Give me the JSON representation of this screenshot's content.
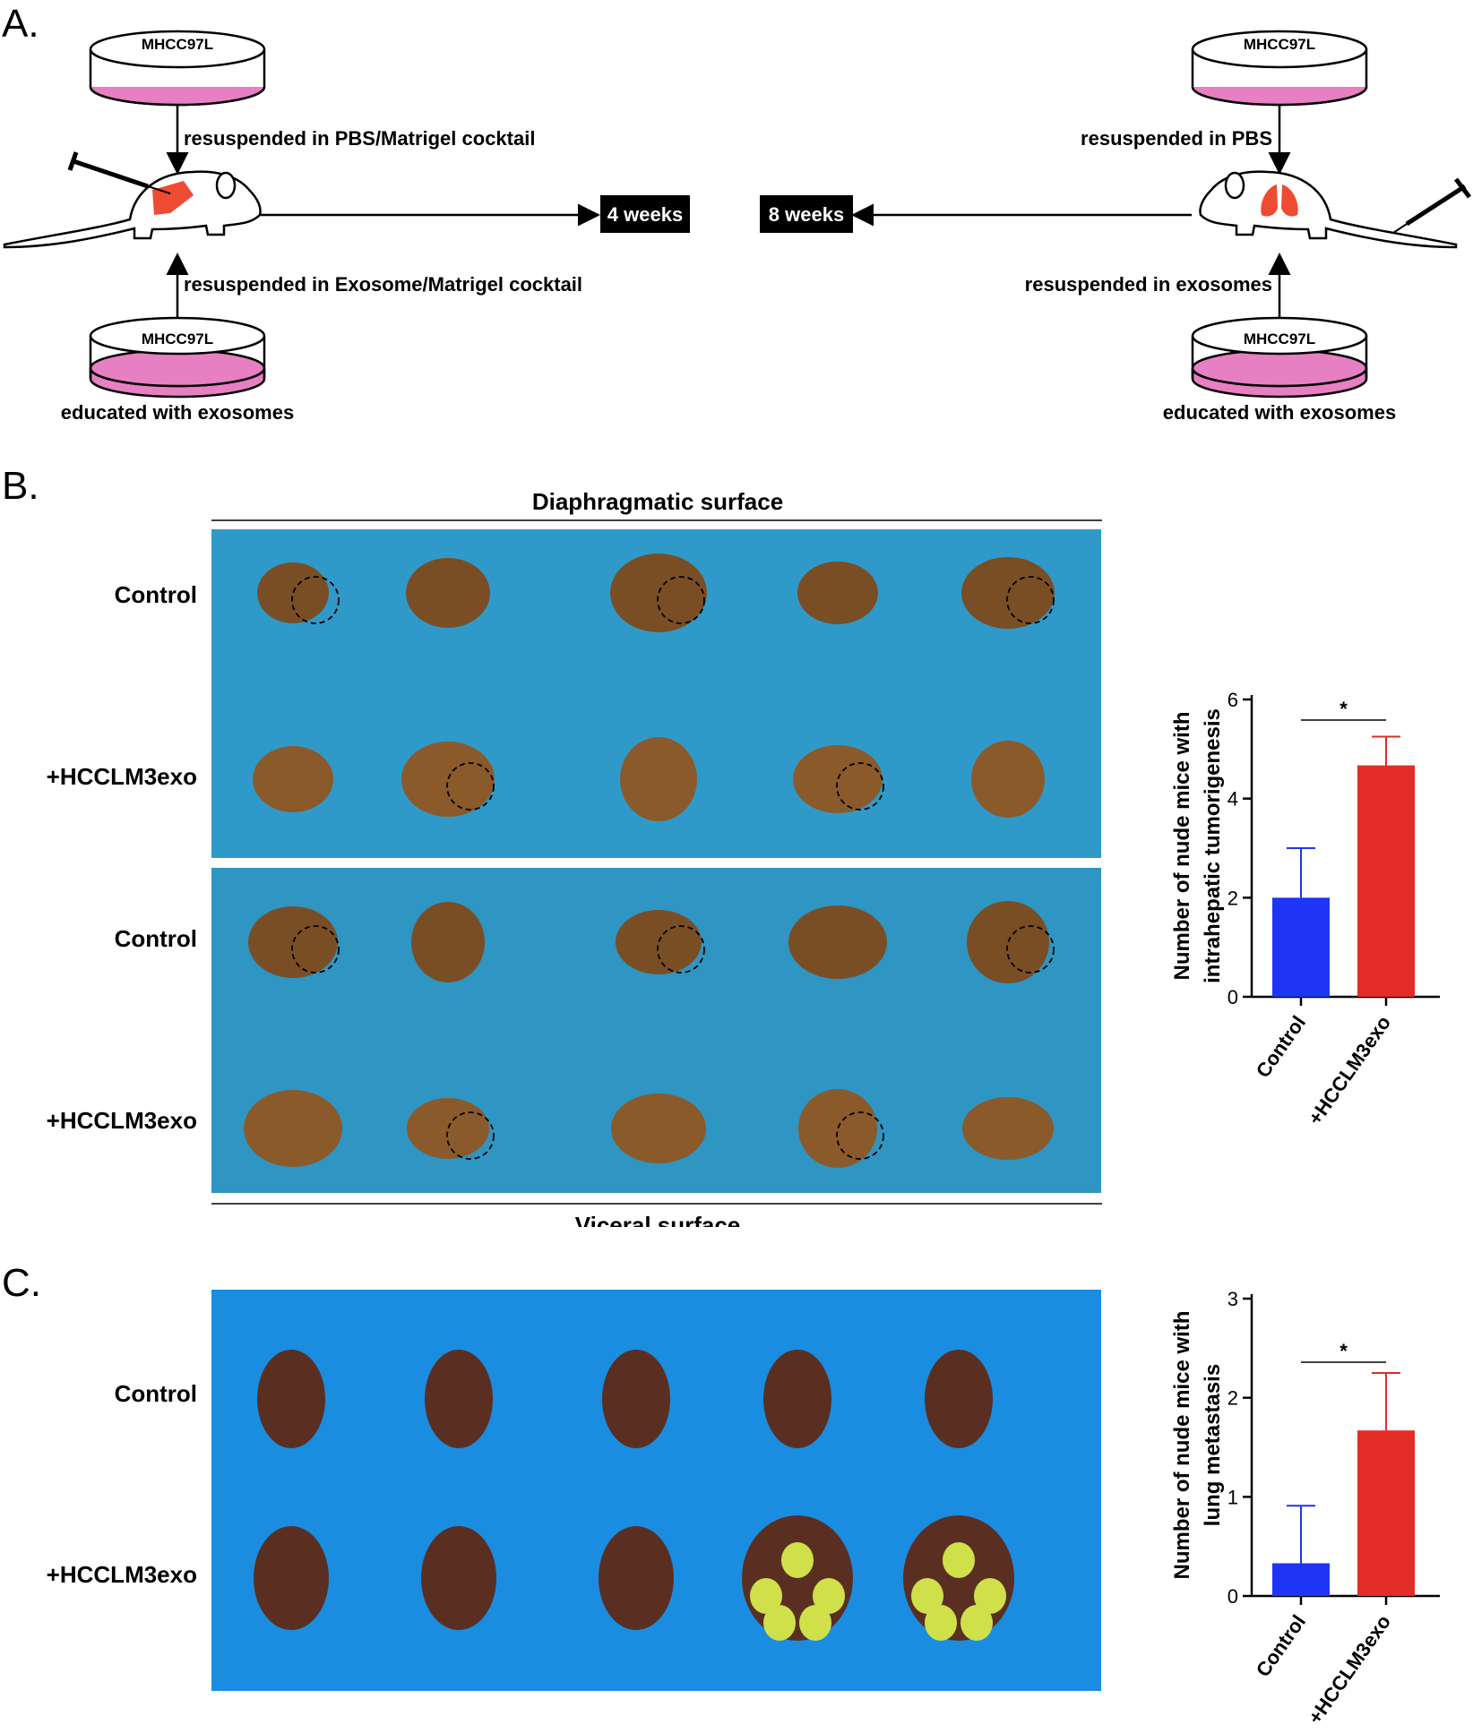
{
  "panel_a": {
    "label": "A.",
    "left": {
      "dish_top": "MHCC97L",
      "arrow_top_text": "resuspended in PBS/Matrigel cocktail",
      "arrow_bottom_text": "resuspended in Exosome/Matrigel cocktail",
      "dish_bottom": "MHCC97L",
      "dish_bottom_caption": "educated with exosomes",
      "duration": "4 weeks"
    },
    "right": {
      "dish_top": "MHCC97L",
      "arrow_top_text": "resuspended in PBS",
      "arrow_bottom_text": "resuspended in exosomes",
      "dish_bottom": "MHCC97L",
      "dish_bottom_caption": "educated with exosomes",
      "duration": "8 weeks"
    }
  },
  "panel_b": {
    "label": "B.",
    "top_title": "Diaphragmatic surface",
    "bottom_title": "Viceral surface",
    "row_labels": [
      "Control",
      "+HCCLM3exo",
      "Control",
      "+HCCLM3exo"
    ]
  },
  "panel_c": {
    "label": "C.",
    "row_labels": [
      "Control",
      "+HCCLM3exo"
    ]
  },
  "colors": {
    "dish_fill": "#e77fc3",
    "organ_red": "#ef4b33",
    "photo_b": "#2f9ac9",
    "photo_c": "#1a8de0",
    "liver": "#8a5a2b",
    "control_bar": "#1f35f5",
    "treatment_bar": "#e32c28"
  },
  "chart_data": [
    {
      "type": "bar",
      "categories": [
        "Control",
        "+HCCLM3exo"
      ],
      "values": [
        2.0,
        4.67
      ],
      "errors": [
        1.0,
        0.58
      ],
      "ylabel": "Number of nude mice with intrahepatic tumorigenesis",
      "ylim": [
        0,
        6
      ],
      "yticks": [
        0,
        2,
        4,
        6
      ],
      "significance": "*"
    },
    {
      "type": "bar",
      "categories": [
        "Control",
        "+HCCLM3exo"
      ],
      "values": [
        0.33,
        1.67
      ],
      "errors": [
        0.58,
        0.58
      ],
      "ylabel": "Number of nude mice with lung metastasis",
      "ylim": [
        0,
        3
      ],
      "yticks": [
        0,
        1,
        2,
        3
      ],
      "significance": "*"
    }
  ]
}
